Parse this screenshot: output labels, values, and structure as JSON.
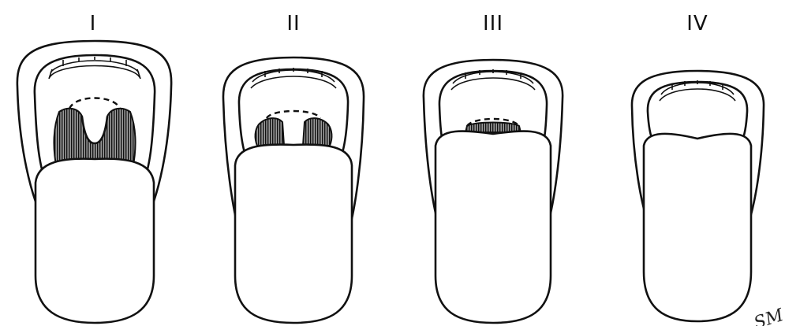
{
  "classes": [
    {
      "label": "I"
    },
    {
      "label": "II"
    },
    {
      "label": "III"
    },
    {
      "label": "IV"
    }
  ],
  "watermark": "SM"
}
